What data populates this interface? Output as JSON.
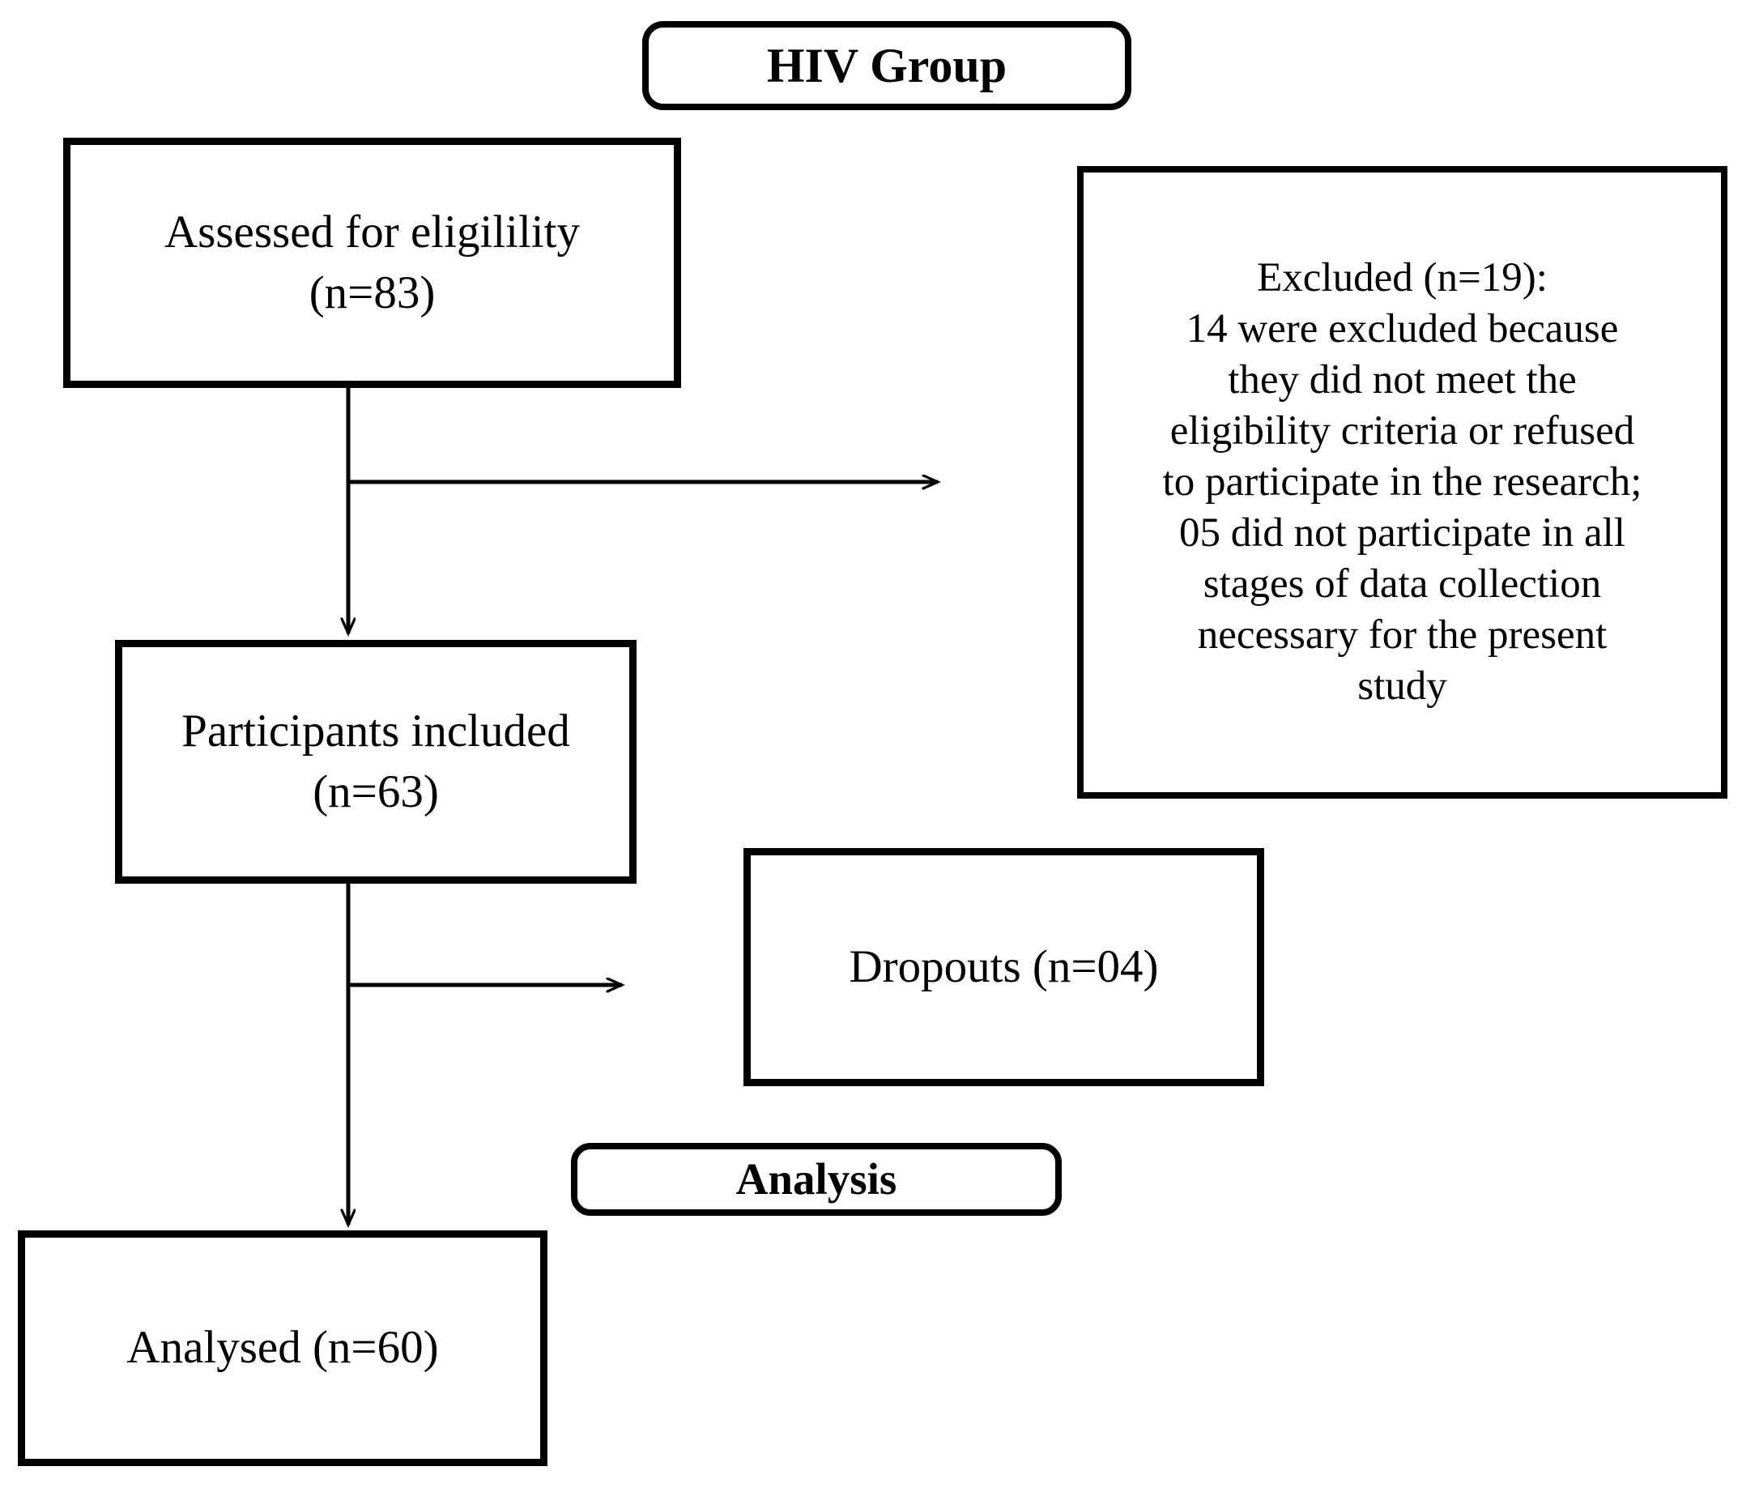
{
  "diagram": {
    "title": "HIV Group participant flow",
    "accent_color": "#000000",
    "background_color": "#ffffff"
  },
  "nodes": {
    "hiv_group": {
      "label": "HIV Group",
      "shape": "rounded-rectangle",
      "style": "bold"
    },
    "assessed": {
      "label": "Assessed for eligilility\n(n=83)",
      "shape": "rectangle"
    },
    "excluded": {
      "label": "Excluded (n=19):\n14 were excluded because\nthey did not meet the\neligibility  criteria or refused\nto participate in the research;\n05 did not participate in all\nstages of data collection\nnecessary for the present\nstudy",
      "shape": "rectangle"
    },
    "participants": {
      "label": "Participants included\n(n=63)",
      "shape": "rectangle"
    },
    "dropouts": {
      "label": "Dropouts (n=04)",
      "shape": "rectangle"
    },
    "analysis": {
      "label": "Analysis",
      "shape": "rounded-rectangle",
      "style": "bold"
    },
    "analysed": {
      "label": "Analysed (n=60)",
      "shape": "rectangle"
    }
  },
  "counts": {
    "assessed_n": 83,
    "excluded_n": 19,
    "excluded_not_meeting_criteria_or_refused": 14,
    "excluded_incomplete_data_collection": "05",
    "included_n": 63,
    "dropouts_n": "04",
    "analysed_n": 60
  },
  "connectors": [
    {
      "name": "assessed-to-participants",
      "from": "assessed",
      "to": "participants",
      "direction": "down",
      "arrowhead": true
    },
    {
      "name": "assessed-to-excluded",
      "from": "assessed",
      "to": "excluded",
      "direction": "right",
      "arrowhead": true
    },
    {
      "name": "participants-to-analysed",
      "from": "participants",
      "to": "analysed",
      "direction": "down",
      "arrowhead": true
    },
    {
      "name": "participants-to-dropouts",
      "from": "participants",
      "to": "dropouts",
      "direction": "right",
      "arrowhead": true
    }
  ]
}
